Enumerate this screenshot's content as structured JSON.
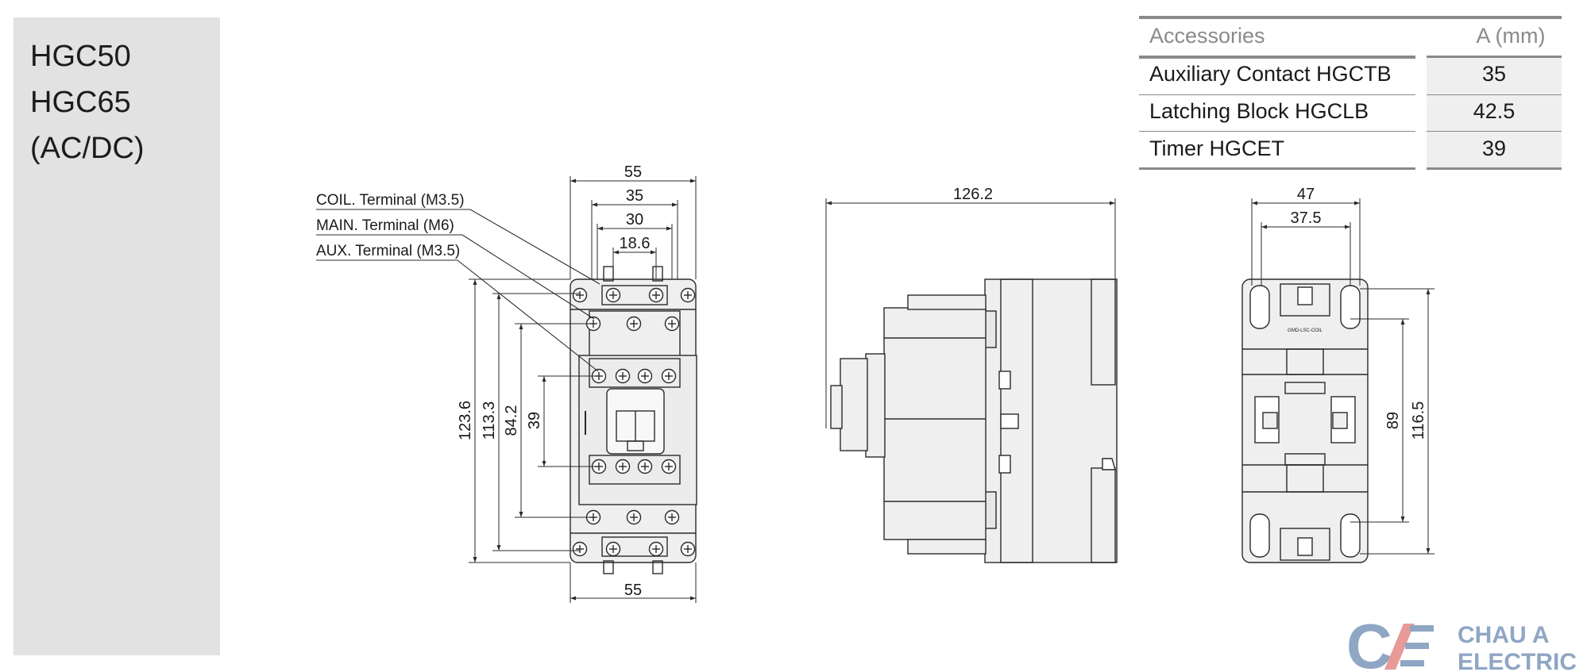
{
  "sidebar": {
    "models": [
      "HGC50",
      "HGC65",
      "(AC/DC)"
    ]
  },
  "accessories": {
    "header": {
      "name": "Accessories",
      "value": "A (mm)"
    },
    "rows": [
      {
        "name": "Auxiliary Contact HGCTB",
        "value": "35"
      },
      {
        "name": "Latching Block HGCLB",
        "value": "42.5"
      },
      {
        "name": "Timer HGCET",
        "value": "39"
      }
    ]
  },
  "callouts": {
    "coil": "COIL. Terminal (M3.5)",
    "main": "MAIN. Terminal (M6)",
    "aux": "AUX. Terminal (M3.5)"
  },
  "front_dims": {
    "top_55": "55",
    "top_35": "35",
    "top_30": "30",
    "top_18_6": "18.6",
    "bottom_55": "55",
    "h_123_6": "123.6",
    "h_113_3": "113.3",
    "h_84_2": "84.2",
    "h_39": "39"
  },
  "side_dims": {
    "width": "126.2"
  },
  "back_dims": {
    "w_47": "47",
    "w_37_5": "37.5",
    "h_89": "89",
    "h_116_5": "116.5"
  },
  "back_label": "GMD-LSC-COIL",
  "logo": {
    "line1": "CHAU A",
    "line2": "ELECTRIC",
    "mark": "CAE"
  },
  "colors": {
    "sidebar": "#e2e2e2",
    "body_fill": "#efefef",
    "line": "#2a2a2a",
    "table_line": "#8a8a8a",
    "logo_blue": "#8fa6c4",
    "logo_red": "#e89a96"
  }
}
